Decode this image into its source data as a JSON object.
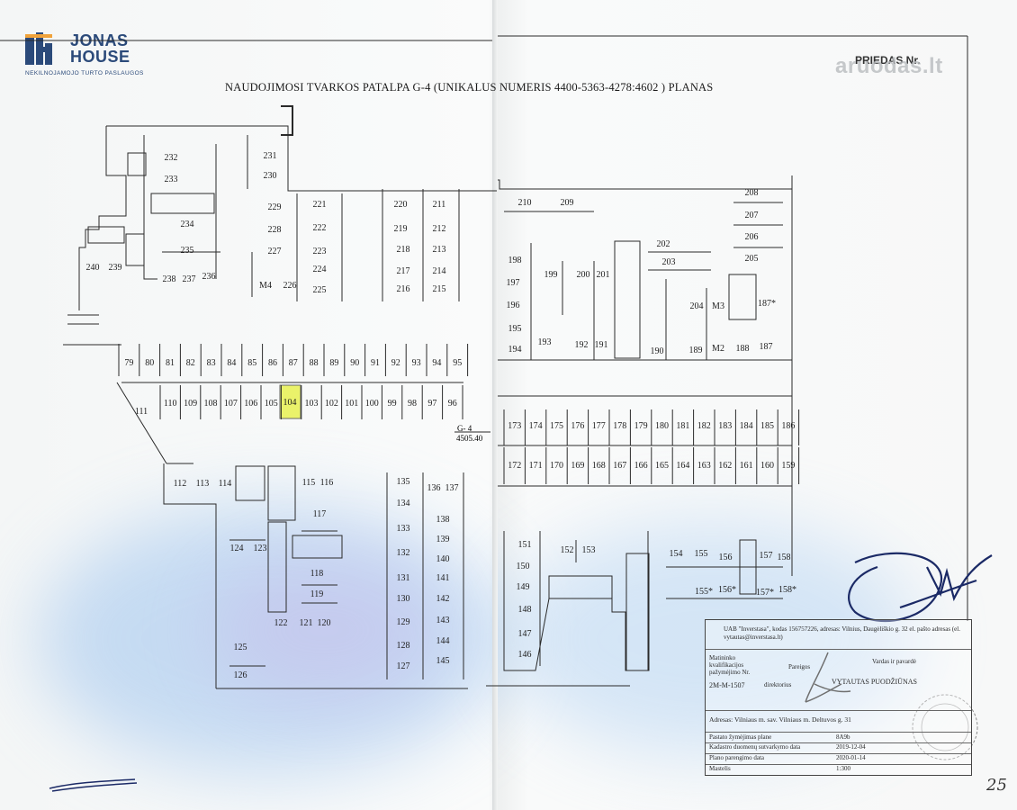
{
  "logo": {
    "line1": "JONAS",
    "line2": "HOUSE",
    "tagline": "NEKILNOJAMOJO TURTO PASLAUGOS"
  },
  "watermark": "aruodas.lt",
  "annex": "PRIEDAS Nr.",
  "plan_title": "NAUDOJIMOSI TVARKOS PATALPA G-4 (UNIKALUS NUMERIS 4400-5363-4278:4602  ) PLANAS",
  "highlighted_space": "104",
  "zone_label": {
    "name": "G- 4",
    "area": "4505.40"
  },
  "rows": {
    "row_top": [
      "79",
      "80",
      "81",
      "82",
      "83",
      "84",
      "85",
      "86",
      "87",
      "88",
      "89",
      "90",
      "91",
      "92",
      "93",
      "94",
      "95"
    ],
    "row_bottom": [
      "110",
      "109",
      "108",
      "107",
      "106",
      "105",
      "104",
      "103",
      "102",
      "101",
      "100",
      "99",
      "98",
      "97",
      "96"
    ],
    "row_right_top": [
      "173",
      "174",
      "175",
      "176",
      "177",
      "178",
      "179",
      "180",
      "181",
      "182",
      "183",
      "184",
      "185",
      "186"
    ],
    "row_right_bottom": [
      "172",
      "171",
      "170",
      "169",
      "168",
      "167",
      "166",
      "165",
      "164",
      "163",
      "162",
      "161",
      "160",
      "159"
    ]
  },
  "stamp": {
    "company": "UAB \"Inverstasa\", kodas 156757226, adresas: Vilnius, Daugėliškio g. 32 el. pašto adresas (el. vytautas@inverstasa.lt)",
    "qual_label": "Matininko kvalifikacijos pažymėjimo Nr.",
    "qual_number": "2M-M-1507",
    "position_header": "Pareigos",
    "name_header": "Vardas ir pavardė",
    "position": "direktorius",
    "name": "VYTAUTAS PUODŽIŪNAS",
    "address": "Adresas: Vilniaus m. sav. Vilniaus m. Deltuvos g. 31",
    "building_label": "Pastato žymėjimas plane",
    "building_value": "8A9b",
    "cadastre_label": "Kadastro duomenų sutvarkymo data",
    "cadastre_value": "2019-12-04",
    "plan_date_label": "Plano parengimo data",
    "plan_date_value": "2020-01-14",
    "scale_label": "Mastelis",
    "scale_value": "1:300"
  },
  "page_number": "25"
}
